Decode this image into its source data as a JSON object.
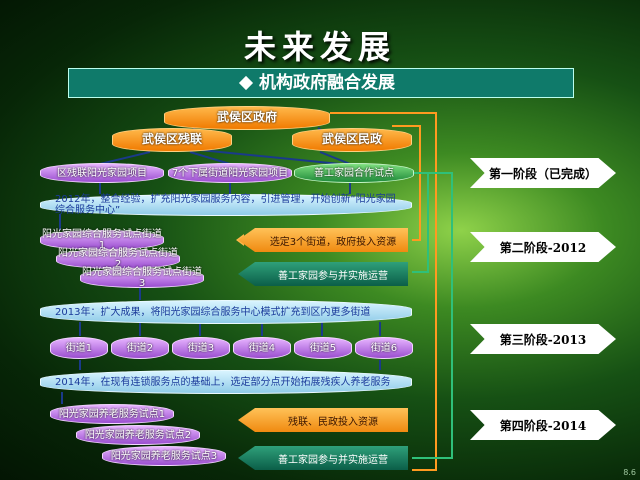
{
  "title": "未来发展",
  "banner": "机构政府融合发展",
  "top": {
    "gov": "武侯区政府",
    "disabled_fed": "武侯区残联",
    "civil_affairs": "武侯区民政"
  },
  "row1": {
    "left": "区残联阳光家园项目",
    "mid": "7个下属街道阳光家园项目",
    "right": "善工家园合作试点"
  },
  "band_2012": "2012年，整合经验，扩充阳光家园服务内容，引进管理，开始创新“阳光家园综合服务中心”",
  "pilots_2012": [
    "阳光家园综合服务试点街道1",
    "阳光家园综合服务试点街道2",
    "阳光家园综合服务试点街道3"
  ],
  "arrows_2012": {
    "orange": "选定3个街道，政府投入资源",
    "green": "善工家园参与并实施运营"
  },
  "band_2013": "2013年：扩大成果，将阳光家园综合服务中心模式扩充到区内更多街道",
  "streets": [
    "街道1",
    "街道2",
    "街道3",
    "街道4",
    "街道5",
    "街道6"
  ],
  "band_2014": "2014年，在现有连锁服务点的基础上，选定部分点开始拓展残疾人养老服务",
  "pilots_2014": [
    "阳光家园养老服务试点1",
    "阳光家园养老服务试点2",
    "阳光家园养老服务试点3"
  ],
  "arrows_2014": {
    "orange": "残联、民政投入资源",
    "green": "善工家园参与并实施运营"
  },
  "stages": [
    "第一阶段（已完成）",
    "第二阶段-2012",
    "第三阶段-2013",
    "第四阶段-2014"
  ],
  "corner": "8.6",
  "colors": {
    "banner": "#0f7a6a",
    "orange": "#f07a00",
    "purple": "#9a4ecf",
    "green": "#1f8a3a",
    "band": "#8fcbe8"
  }
}
